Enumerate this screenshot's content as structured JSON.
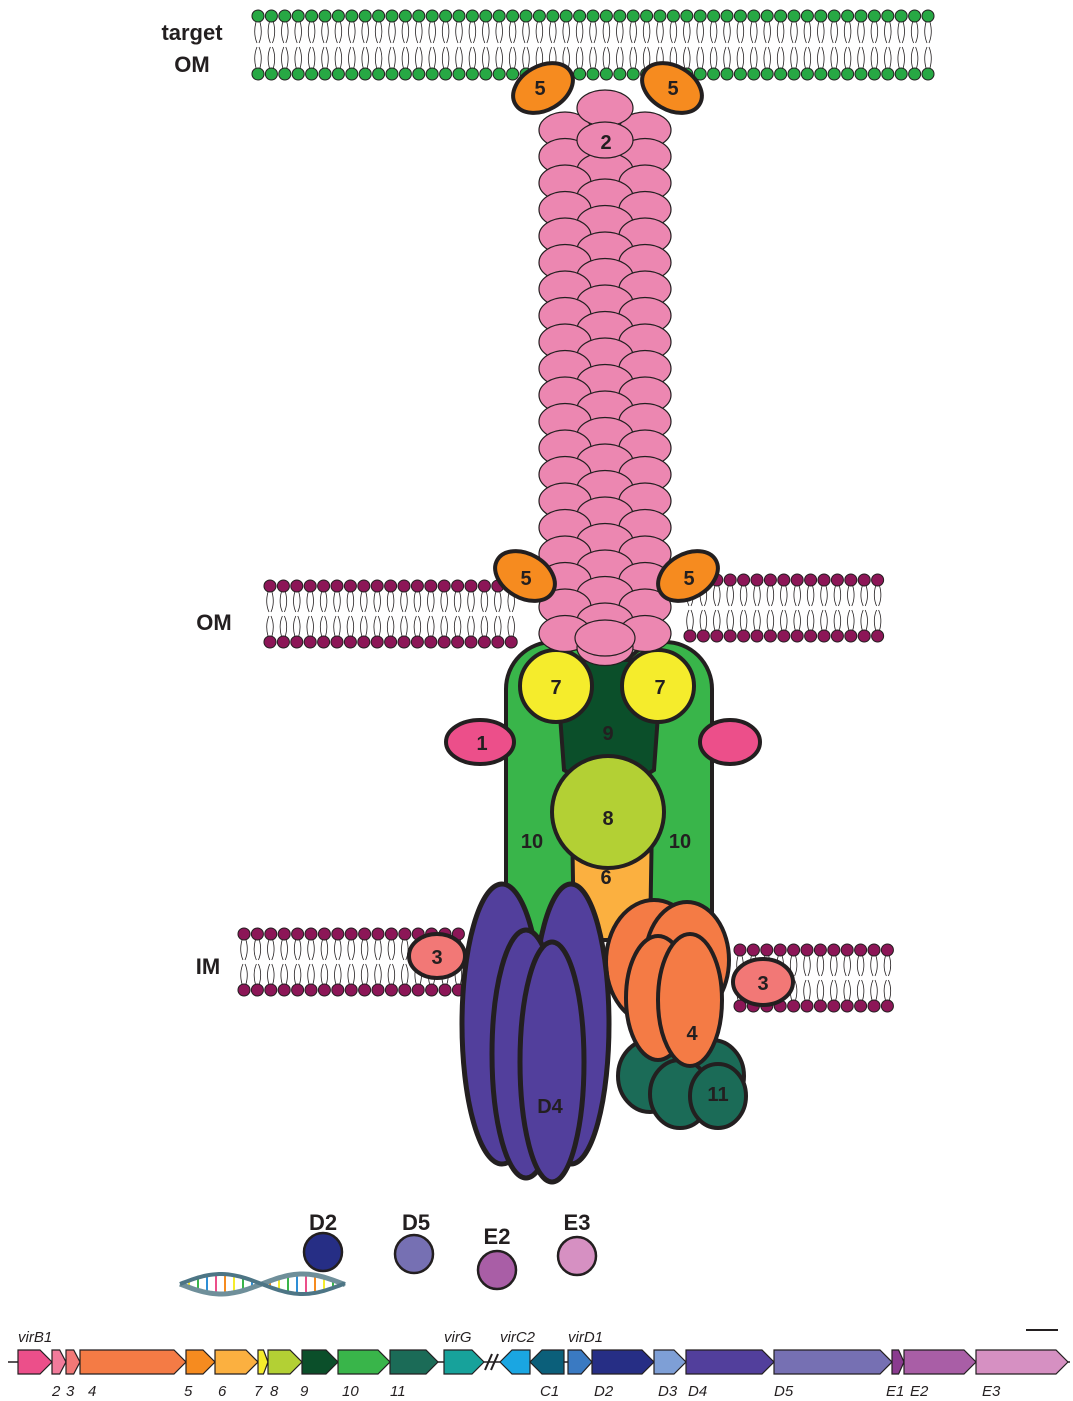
{
  "membranes": {
    "target_om": "target\nOM",
    "om": "OM",
    "im": "IM"
  },
  "subunits": {
    "virb5": "5",
    "virb2": "2",
    "virb7": "7",
    "virb9": "9",
    "virb1": "1",
    "virb8": "8",
    "virb10": "10",
    "virb6": "6",
    "virb3": "3",
    "virb4": "4",
    "virb11": "11",
    "vird4": "D4"
  },
  "substrates": {
    "d2": "D2",
    "d5": "D5",
    "e2": "E2",
    "e3": "E3"
  },
  "genes_top": [
    "virB1",
    "virG",
    "virC2",
    "virD1"
  ],
  "genes_bottom": [
    "2",
    "3",
    "4",
    "5",
    "6",
    "7",
    "8",
    "9",
    "10",
    "11",
    "C1",
    "D2",
    "D3",
    "D4",
    "D5",
    "E1",
    "E2",
    "E3"
  ],
  "colors": {
    "pilus": "#ec87b1",
    "virb5": "#f68b1f",
    "virb7": "#f5ec2c",
    "virb9": "#0b4f2a",
    "virb8": "#b3d034",
    "virb10": "#39b54a",
    "virb6": "#fbb040",
    "virb1": "#ec4f8a",
    "virb3": "#f27876",
    "virb4": "#f47b45",
    "virb11": "#1b6b57",
    "vird4": "#523f9c",
    "target_lipid": "#27a844",
    "lipid": "#8c1657",
    "d2": "#262e85",
    "d5": "#7670b3",
    "e2": "#a95ea6",
    "e3": "#d690c2"
  }
}
